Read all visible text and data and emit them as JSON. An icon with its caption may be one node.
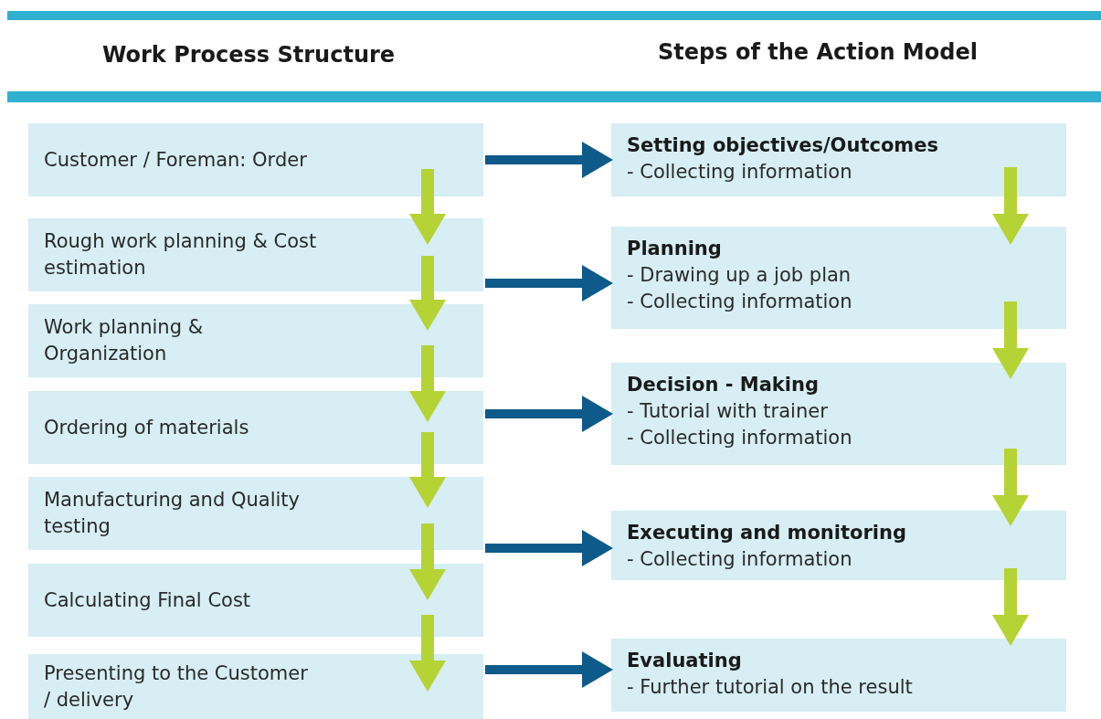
{
  "diagram": {
    "nodes": [
      {
        "text": [
          "Customer / Foreman: Order"
        ]
      },
      {
        "text": [
          "Rough work planning & Cost estimation"
        ]
      },
      {
        "text": [
          "Work planning & Organization"
        ]
      },
      {
        "text": [
          "Ordering of materials"
        ]
      },
      {
        "text": [
          "Manufacturing and Quality testing"
        ]
      },
      {
        "text": [
          "Calculating Final Cost"
        ]
      },
      {
        "text": [
          "Presenting to the Customer / delivery"
        ]
      },
      {
        "text": [
          "Setting objectives/Outcomes",
          "- Collecting information"
        ]
      },
      {
        "text": [
          "Planning",
          "- Drawing up a job plan",
          "- Collecting information"
        ]
      },
      {
        "text": [
          "Decision - Making",
          "- Tutorial with trainer",
          "- Collecting information"
        ]
      },
      {
        "text": [
          "Executing and monitoring",
          "- Collecting information"
        ]
      },
      {
        "text": [
          "Evaluating",
          "- Further tutorial on the result"
        ]
      }
    ],
    "edges": [
      {
        "from": 0,
        "to": 1,
        "arrow": "to"
      },
      {
        "from": 1,
        "to": 2,
        "arrow": "to"
      },
      {
        "from": 2,
        "to": 3,
        "arrow": "to"
      },
      {
        "from": 3,
        "to": 4,
        "arrow": "to"
      },
      {
        "from": 4,
        "to": 5,
        "arrow": "to"
      },
      {
        "from": 5,
        "to": 6,
        "arrow": "to"
      },
      {
        "from": 7,
        "to": 8,
        "arrow": "to"
      },
      {
        "from": 8,
        "to": 9,
        "arrow": "to"
      },
      {
        "from": 9,
        "to": 10,
        "arrow": "to"
      },
      {
        "from": 10,
        "to": 11,
        "arrow": "to"
      },
      {
        "from": 0,
        "to": 7,
        "arrow": "to",
        "color": "#0e5a8a"
      },
      {
        "from": 1,
        "to": 8,
        "arrow": "to",
        "color": "#0e5a8a"
      },
      {
        "from": 3,
        "to": 9,
        "arrow": "to",
        "color": "#0e5a8a"
      },
      {
        "from": 4,
        "to": 10,
        "arrow": "to",
        "color": "#0e5a8a"
      },
      {
        "from": 6,
        "to": 11,
        "arrow": "to",
        "color": "#0e5a8a"
      }
    ],
    "labels": [
      "Work Process Structure",
      "Steps of the Action Model"
    ]
  }
}
